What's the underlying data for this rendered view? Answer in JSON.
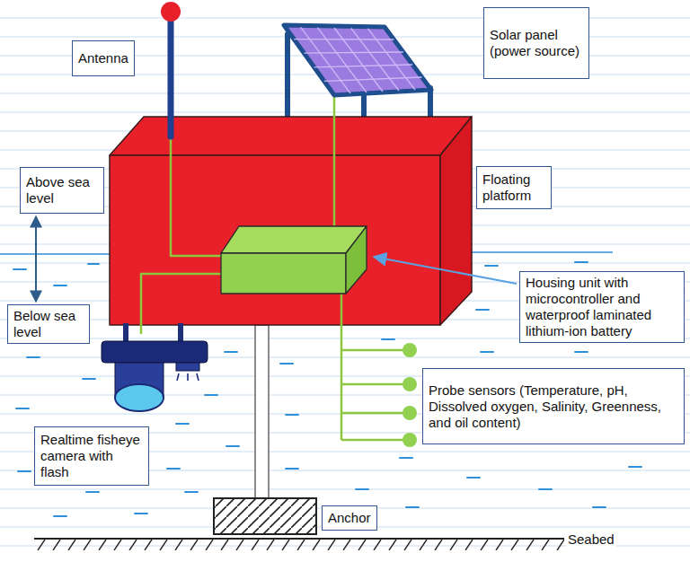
{
  "diagram": {
    "nodes": [
      {
        "text": [
          "Antenna"
        ]
      },
      {
        "text": [
          "Solar panel (power source)"
        ]
      },
      {
        "text": [
          "Above sea level"
        ]
      },
      {
        "text": [
          "Floating platform"
        ]
      },
      {
        "text": [
          "Housing unit with microcontroller and waterproof laminated lithium-ion battery"
        ]
      },
      {
        "text": [
          "Below sea level"
        ]
      },
      {
        "text": [
          "Probe sensors (Temperature, pH, Dissolved oxygen, Salinity, Greenness, and oil content)"
        ]
      },
      {
        "text": [
          "Realtime fisheye camera with flash"
        ]
      },
      {
        "text": [
          "Anchor"
        ]
      }
    ],
    "edges": [
      {
        "from": 2,
        "to": 5,
        "arrow": "both"
      }
    ],
    "labels": [
      "Seabed"
    ]
  }
}
